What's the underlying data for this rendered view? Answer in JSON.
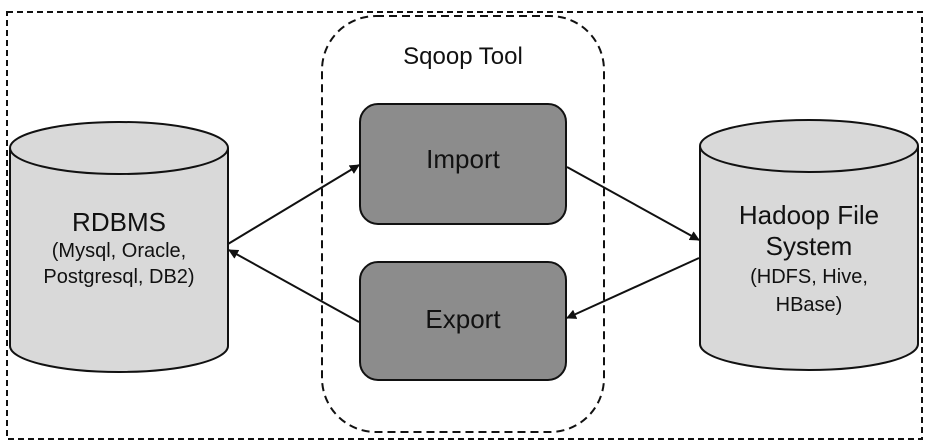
{
  "diagram": {
    "tool_title": "Sqoop Tool",
    "import_label": "Import",
    "export_label": "Export",
    "rdbms": {
      "title": "RDBMS",
      "sub_line1": "(Mysql, Oracle,",
      "sub_line2": "Postgresql, DB2)"
    },
    "hadoop": {
      "title_line1": "Hadoop File",
      "title_line2": "System",
      "sub_line1": "(HDFS, Hive,",
      "sub_line2": "HBase)"
    }
  },
  "colors": {
    "cylinder_fill": "#d9d9d9",
    "process_box_fill": "#8c8c8c",
    "stroke": "#111111"
  }
}
